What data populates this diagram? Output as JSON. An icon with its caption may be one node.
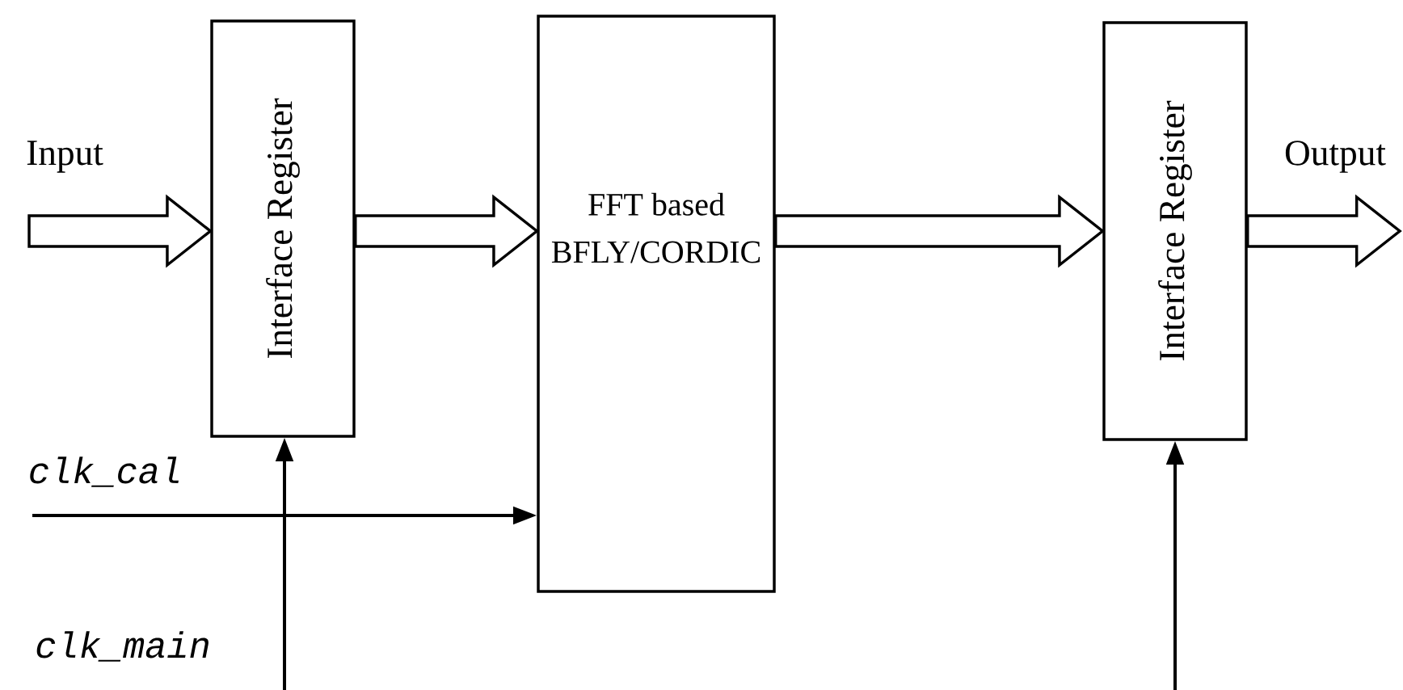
{
  "diagram": {
    "nodes": [
      {
        "text": [
          "Interface Register"
        ]
      },
      {
        "text": [
          "FFT based BFLY/CORDIC"
        ]
      },
      {
        "text": [
          "Interface Register"
        ]
      }
    ],
    "edges": [
      {
        "from": null,
        "to": 0,
        "arrow": "to",
        "style": "thick",
        "label": "Input"
      },
      {
        "from": 0,
        "to": 1,
        "arrow": "to",
        "style": "thick"
      },
      {
        "from": 1,
        "to": 2,
        "arrow": "to",
        "style": "thick"
      },
      {
        "from": 2,
        "to": null,
        "arrow": "to",
        "style": "thick",
        "label": "Output"
      },
      {
        "from": null,
        "to": 1,
        "arrow": "to",
        "label": "clk_cal"
      },
      {
        "from": null,
        "to": 0,
        "arrow": "to",
        "label": "clk_main"
      },
      {
        "from": null,
        "to": 2,
        "arrow": "to"
      }
    ]
  }
}
